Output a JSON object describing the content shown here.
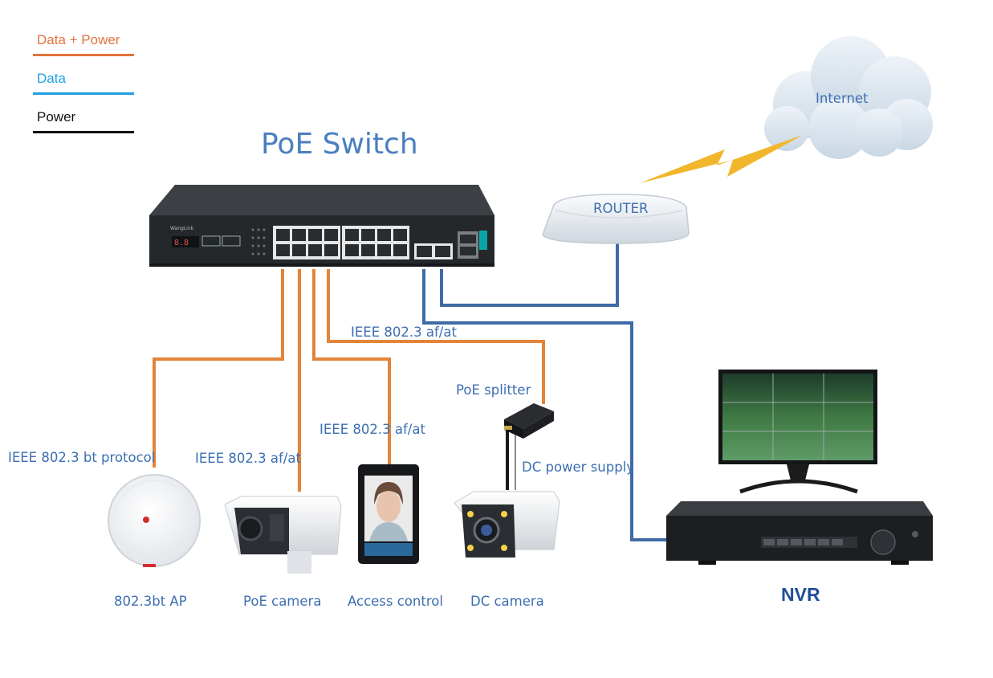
{
  "legend": {
    "items": [
      {
        "label": "Data + Power",
        "color": "#e2743b",
        "text_color": "#e2743b"
      },
      {
        "label": "Data",
        "color": "#1f9fe0",
        "text_color": "#1f9fe0"
      },
      {
        "label": "Power",
        "color": "#111111",
        "text_color": "#111111"
      }
    ]
  },
  "title": "PoE Switch",
  "cloud_label": "Internet",
  "router_label": "ROUTER",
  "standards": {
    "ap": "IEEE 802.3 bt protocol",
    "camera": "IEEE 802.3 af/at",
    "access": "IEEE 802.3 af/at",
    "splitter_line": "IEEE 802.3 af/at"
  },
  "splitter_label": "PoE splitter",
  "dc_supply_label": "DC power supply",
  "devices": {
    "ap": "802.3bt AP",
    "poe_camera": "PoE camera",
    "access_control": "Access control",
    "dc_camera": "DC camera",
    "nvr": "NVR"
  },
  "colors": {
    "orange": "#e2843a",
    "blue": "#3f6aa6",
    "label_blue": "#3d6fb0",
    "lightning": "#f1b62b"
  }
}
